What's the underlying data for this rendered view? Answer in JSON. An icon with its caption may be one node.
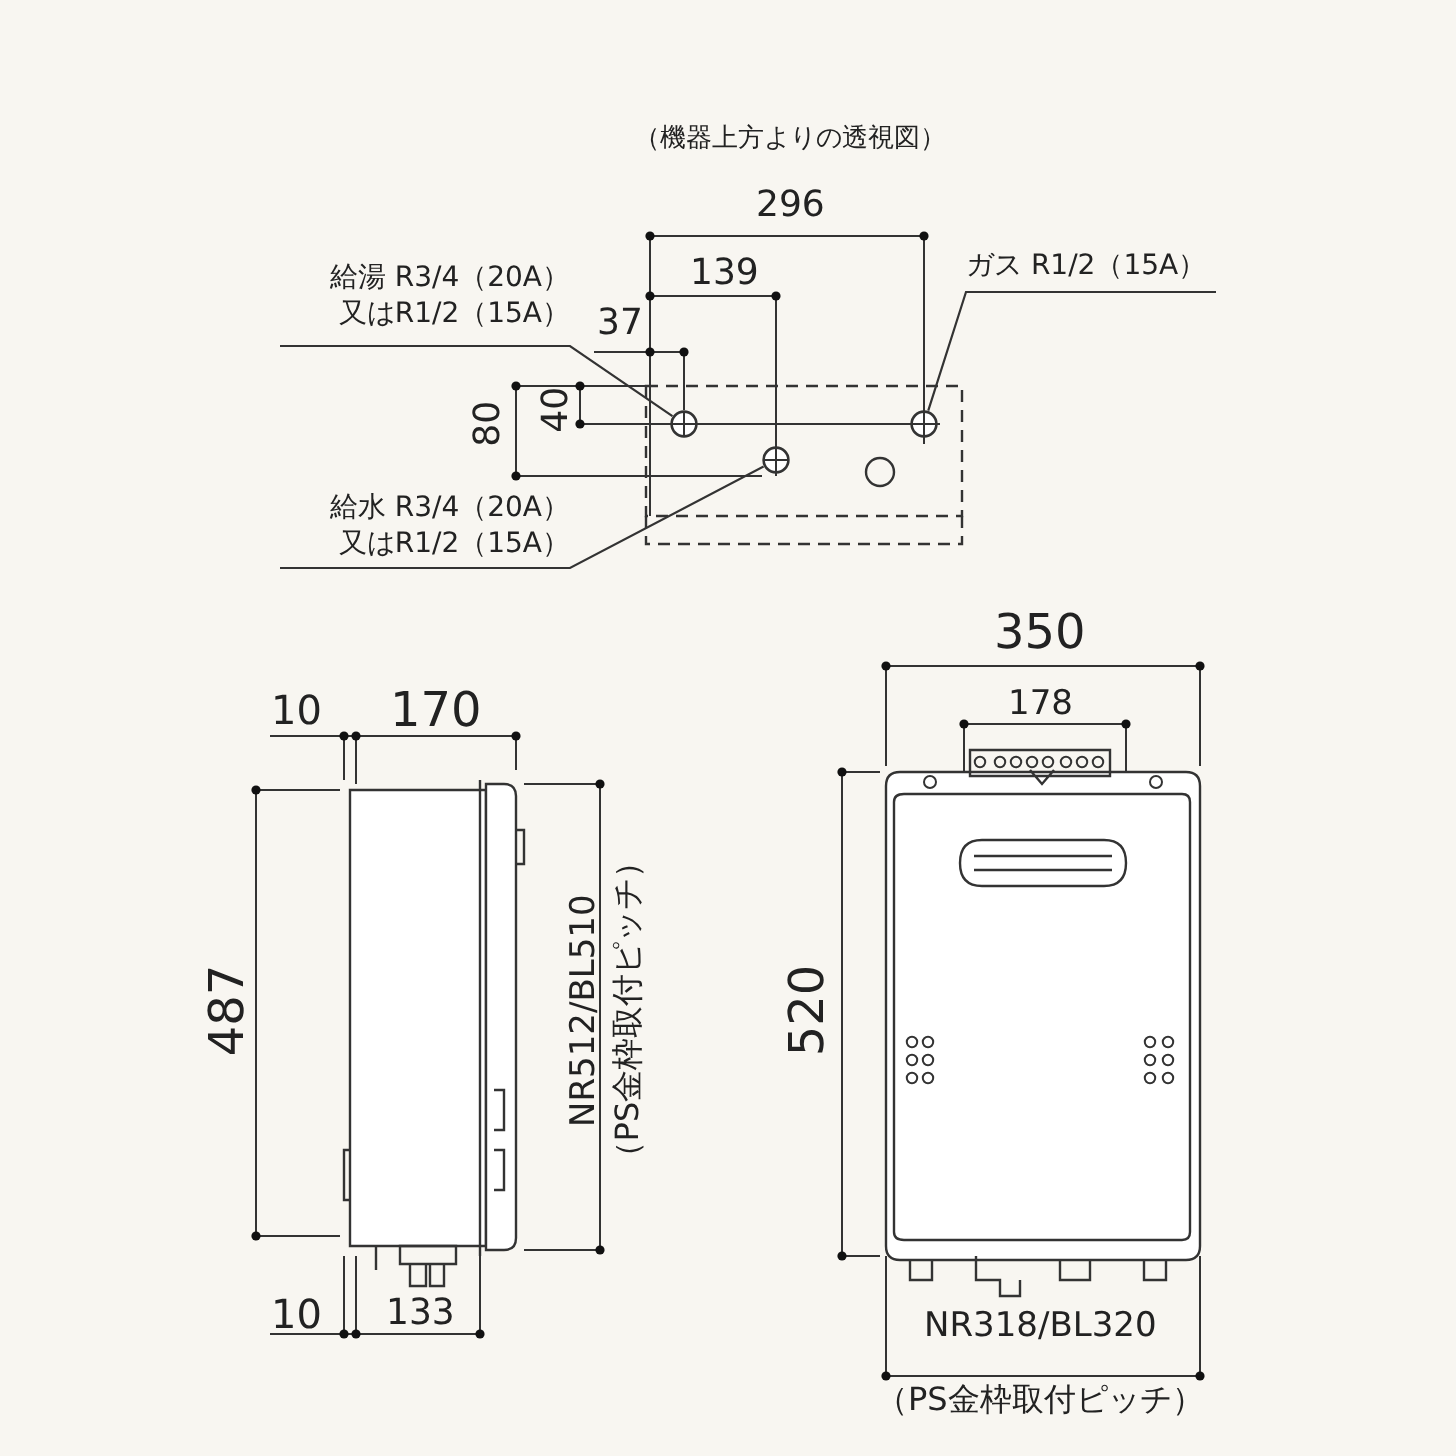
{
  "diagram": {
    "title": "（機器上方よりの透視図）",
    "nodes": [
      {
        "text": [
          "給湯 R3/4（20A）又はR1/2（15A）"
        ]
      },
      {
        "text": [],
        "shape": "circle"
      },
      {
        "text": [
          "ガス R1/2（15A）"
        ]
      },
      {
        "text": [],
        "shape": "circle"
      },
      {
        "text": [
          "給水 R3/4（20A）又はR1/2（15A）"
        ]
      },
      {
        "text": [],
        "shape": "circle"
      }
    ],
    "edges": [
      {
        "from": 0,
        "to": 1,
        "arrow": "none"
      },
      {
        "from": 2,
        "to": 3,
        "arrow": "none"
      },
      {
        "from": 4,
        "to": 5,
        "arrow": "none"
      }
    ],
    "labels": [
      "296",
      "139",
      "37",
      "80",
      "40",
      "10",
      "170",
      "487",
      "NR512/BL510",
      "（PS金枠取付ピッチ）",
      "10",
      "133",
      "350",
      "178",
      "520",
      "NR318/BL320",
      "（PS金枠取付ピッチ）"
    ]
  }
}
